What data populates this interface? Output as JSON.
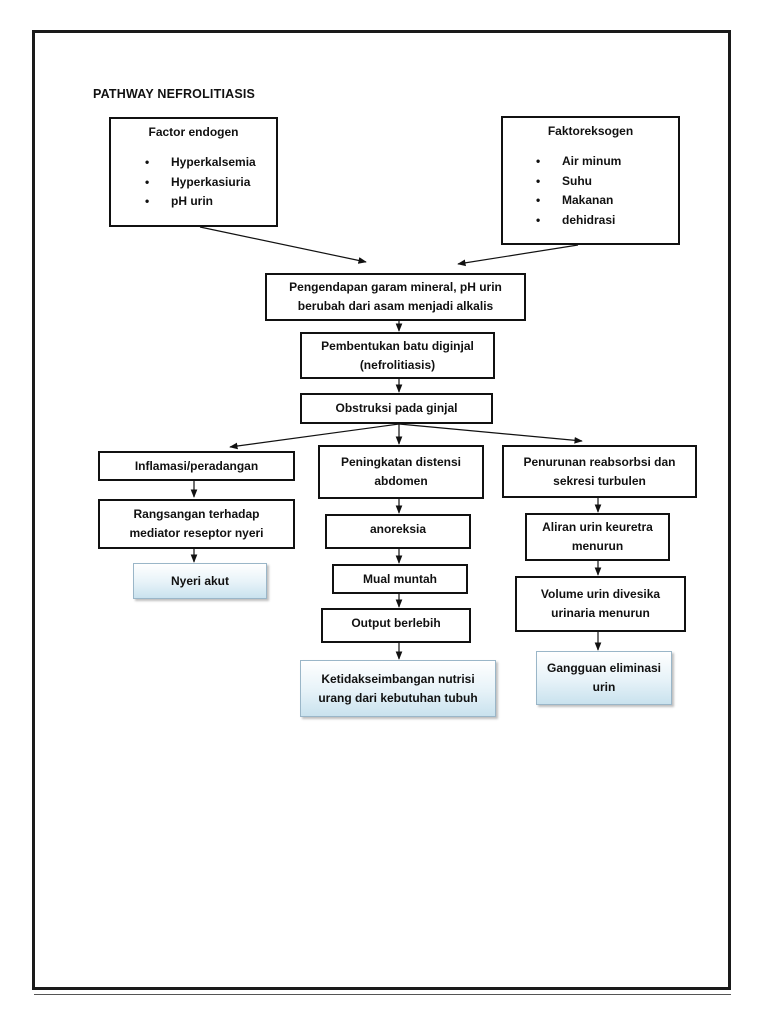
{
  "title": "PATHWAY NEFROLITIASIS",
  "endogen": {
    "heading": "Factor endogen",
    "items": [
      "Hyperkalsemia",
      "Hyperkasiuria",
      "pH urin"
    ]
  },
  "eksogen": {
    "heading": "Faktoreksogen",
    "items": [
      "Air minum",
      "Suhu",
      "Makanan",
      "dehidrasi"
    ]
  },
  "bullet": "•",
  "pengendapan": {
    "line1": "Pengendapan garam mineral, pH urin",
    "line2": "berubah dari asam menjadi alkalis"
  },
  "pembentukan": {
    "line1": "Pembentukan batu diginjal",
    "line2": "(nefrolitiasis)"
  },
  "obstruksi": "Obstruksi pada ginjal",
  "left": {
    "inflamasi": "Inflamasi/peradangan",
    "rangsangan": {
      "line1": "Rangsangan terhadap",
      "line2": "mediator reseptor nyeri"
    },
    "result": "Nyeri akut"
  },
  "middle": {
    "distensi": {
      "line1": "Peningkatan distensi",
      "line2": "abdomen"
    },
    "anoreksia": "anoreksia",
    "mual": "Mual muntah",
    "output": "Output berlebih",
    "result": {
      "line1": "Ketidakseimbangan nutrisi",
      "line2": "urang dari kebutuhan tubuh"
    }
  },
  "right": {
    "penurunan": {
      "line1": "Penurunan reabsorbsi dan",
      "line2": "sekresi turbulen"
    },
    "aliran": {
      "line1": "Aliran urin keuretra",
      "line2": "menurun"
    },
    "volume": {
      "line1": "Volume urin divesika",
      "line2": "urinaria menurun"
    },
    "result": {
      "line1": "Gangguan eliminasi",
      "line2": "urin"
    }
  }
}
